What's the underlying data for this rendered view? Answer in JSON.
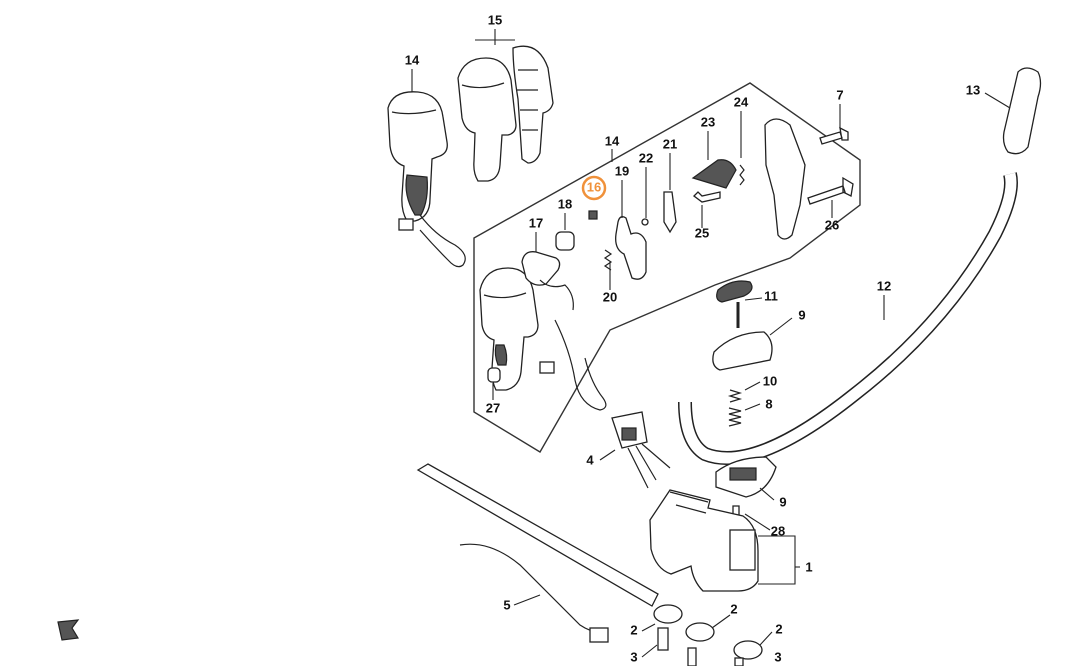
{
  "callouts": [
    {
      "id": "c1",
      "text": "1"
    },
    {
      "id": "c2a",
      "text": "2"
    },
    {
      "id": "c2b",
      "text": "2"
    },
    {
      "id": "c2c",
      "text": "2"
    },
    {
      "id": "c3a",
      "text": "3"
    },
    {
      "id": "c3b",
      "text": "3"
    },
    {
      "id": "c4",
      "text": "4"
    },
    {
      "id": "c5",
      "text": "5"
    },
    {
      "id": "c7",
      "text": "7"
    },
    {
      "id": "c8",
      "text": "8"
    },
    {
      "id": "c9a",
      "text": "9"
    },
    {
      "id": "c9b",
      "text": "9"
    },
    {
      "id": "c10",
      "text": "10"
    },
    {
      "id": "c11",
      "text": "11"
    },
    {
      "id": "c12",
      "text": "12"
    },
    {
      "id": "c13",
      "text": "13"
    },
    {
      "id": "c14a",
      "text": "14"
    },
    {
      "id": "c14b",
      "text": "14"
    },
    {
      "id": "c15",
      "text": "15"
    },
    {
      "id": "c16",
      "text": "16"
    },
    {
      "id": "c17",
      "text": "17"
    },
    {
      "id": "c18",
      "text": "18"
    },
    {
      "id": "c19",
      "text": "19"
    },
    {
      "id": "c20",
      "text": "20"
    },
    {
      "id": "c21",
      "text": "21"
    },
    {
      "id": "c22",
      "text": "22"
    },
    {
      "id": "c23",
      "text": "23"
    },
    {
      "id": "c24",
      "text": "24"
    },
    {
      "id": "c25",
      "text": "25"
    },
    {
      "id": "c26",
      "text": "26"
    },
    {
      "id": "c27",
      "text": "27"
    },
    {
      "id": "c28",
      "text": "28"
    }
  ],
  "highlight": {
    "callout": "16",
    "color": "#f0913a"
  }
}
